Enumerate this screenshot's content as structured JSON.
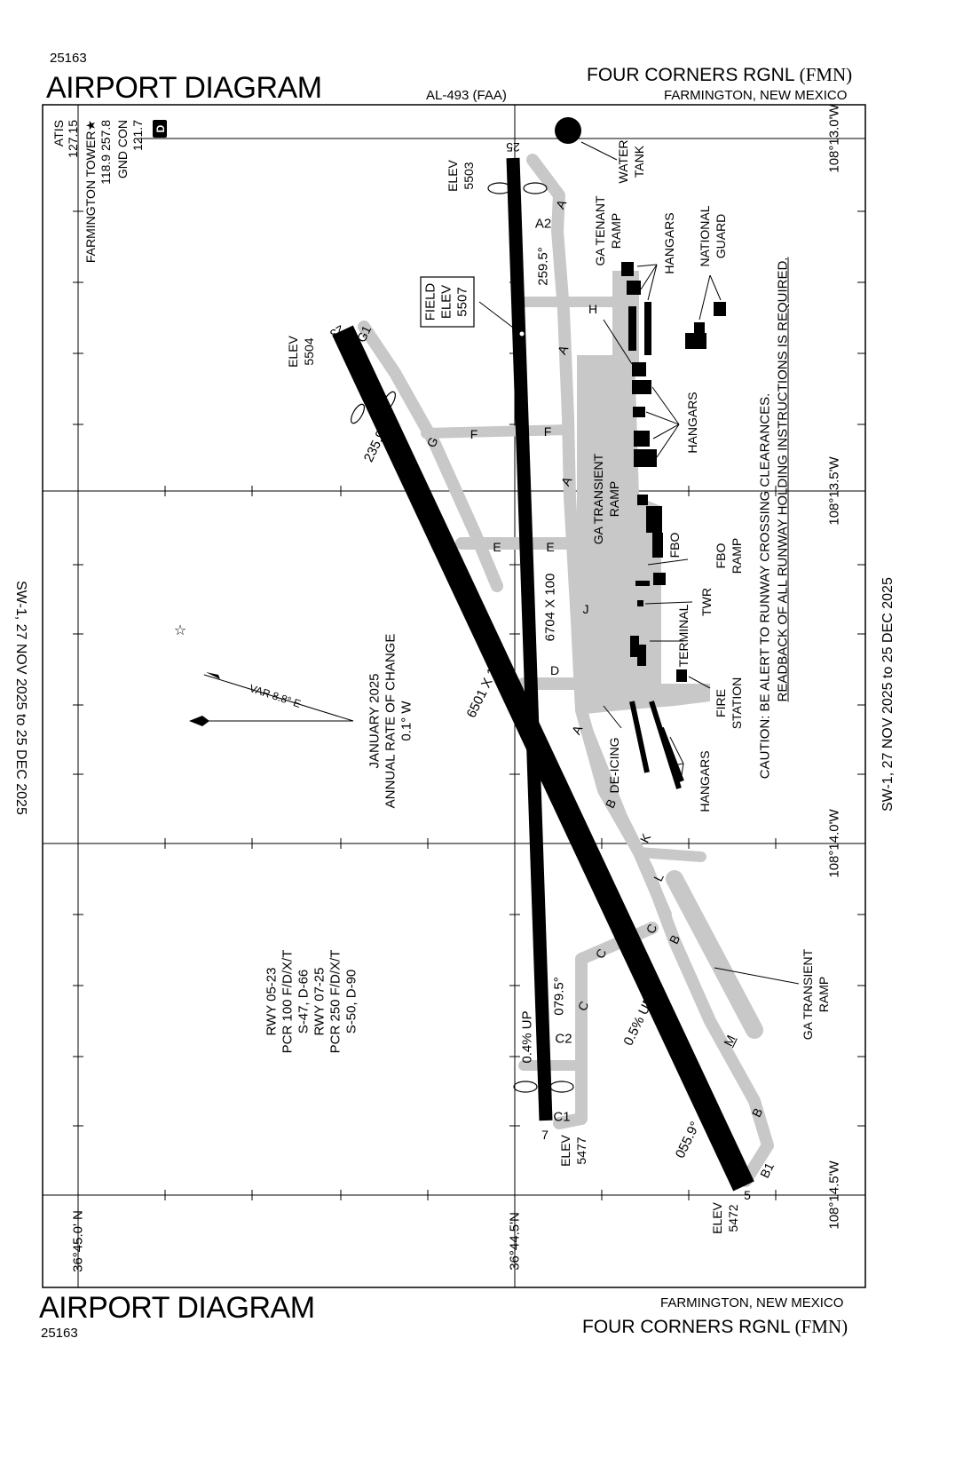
{
  "header": {
    "chart_number": "25163",
    "title": "AIRPORT DIAGRAM",
    "al_number": "AL-493 (FAA)",
    "airport_name": "FOUR CORNERS RGNL",
    "airport_id": "(FMN)",
    "city": "FARMINGTON, NEW MEXICO"
  },
  "footer": {
    "chart_number": "25163",
    "title": "AIRPORT DIAGRAM",
    "airport_name": "FOUR CORNERS RGNL",
    "airport_id": "(FMN)",
    "city": "FARMINGTON, NEW MEXICO"
  },
  "side_labels": {
    "left": "SW-1,  27 NOV 2025  to  25 DEC 2025",
    "right": "SW-1,  27 NOV 2025  to  25 DEC 2025"
  },
  "comms": {
    "atis_label": "ATIS",
    "atis_freq": "127.15",
    "tower_label": "FARMINGTON TOWER★",
    "tower_freq": "118.9  257.8",
    "gnd_label": "GND CON",
    "gnd_freq": "121.7",
    "d_symbol": "D"
  },
  "coords": {
    "lon_1": "108°13.0'W",
    "lon_2": "108°13.5'W",
    "lon_3": "108°14.0'W",
    "lon_4": "108°14.5'W",
    "lat_1": "36°45.0' N",
    "lat_2": "36°44.5'N"
  },
  "runways": {
    "rwy7_25_dims": "6704 X 100",
    "rwy5_23_dims": "6501 X 150",
    "rwy25_end": "25",
    "rwy7_end": "7",
    "rwy23_end": "23",
    "rwy5_end": "5",
    "hdg_259": "259.5°",
    "hdg_079": "079.5°",
    "hdg_235": "235.9°",
    "hdg_055": "055.9°",
    "grade_7": "0.4% UP",
    "grade_5": "0.5% UP"
  },
  "elevations": {
    "elev_label": "ELEV",
    "e25": "5503",
    "e7": "5477",
    "e23": "5504",
    "e5": "5472",
    "field_label1": "FIELD",
    "field_label2": "ELEV",
    "field_value": "5507"
  },
  "taxiways": {
    "a": "A",
    "a2": "A2",
    "b": "B",
    "b1": "B1",
    "c": "C",
    "c1": "C1",
    "c2": "C2",
    "d": "D",
    "e": "E",
    "f": "F",
    "g": "G",
    "g1": "G1",
    "h": "H",
    "j": "J",
    "k": "K",
    "l": "L",
    "m": "M"
  },
  "facilities": {
    "water_tank_1": "WATER",
    "water_tank_2": "TANK",
    "ga_tenant_1": "GA TENANT",
    "ga_tenant_2": "RAMP",
    "hangars": "HANGARS",
    "national_1": "NATIONAL",
    "national_2": "GUARD",
    "ga_transient_1": "GA TRANSIENT",
    "ga_transient_2": "RAMP",
    "fbo": "FBO",
    "fbo_ramp_1": "FBO",
    "fbo_ramp_2": "RAMP",
    "twr": "TWR",
    "terminal": "TERMINAL",
    "fire_1": "FIRE",
    "fire_2": "STATION",
    "deicing": "DE-ICING"
  },
  "caution": {
    "line1": "CAUTION: BE ALERT TO RUNWAY CROSSING CLEARANCES.",
    "line2": "READBACK OF ALL RUNWAY HOLDING INSTRUCTIONS IS REQUIRED."
  },
  "magvar": {
    "var_label": "VAR 8.8° E",
    "line1": "JANUARY 2025",
    "line2": "ANNUAL RATE OF CHANGE",
    "line3": "0.1° W"
  },
  "pcr": {
    "l1": "RWY 05-23",
    "l2": "PCR 100 F/D/X/T",
    "l3": "S-47, D-66",
    "l4": "RWY 07-25",
    "l5": "PCR 250 F/D/X/T",
    "l6": "S-50, D-90"
  },
  "colors": {
    "runway": "#000000",
    "taxiway": "#c8c8c8",
    "building": "#000000",
    "frame": "#000000"
  }
}
